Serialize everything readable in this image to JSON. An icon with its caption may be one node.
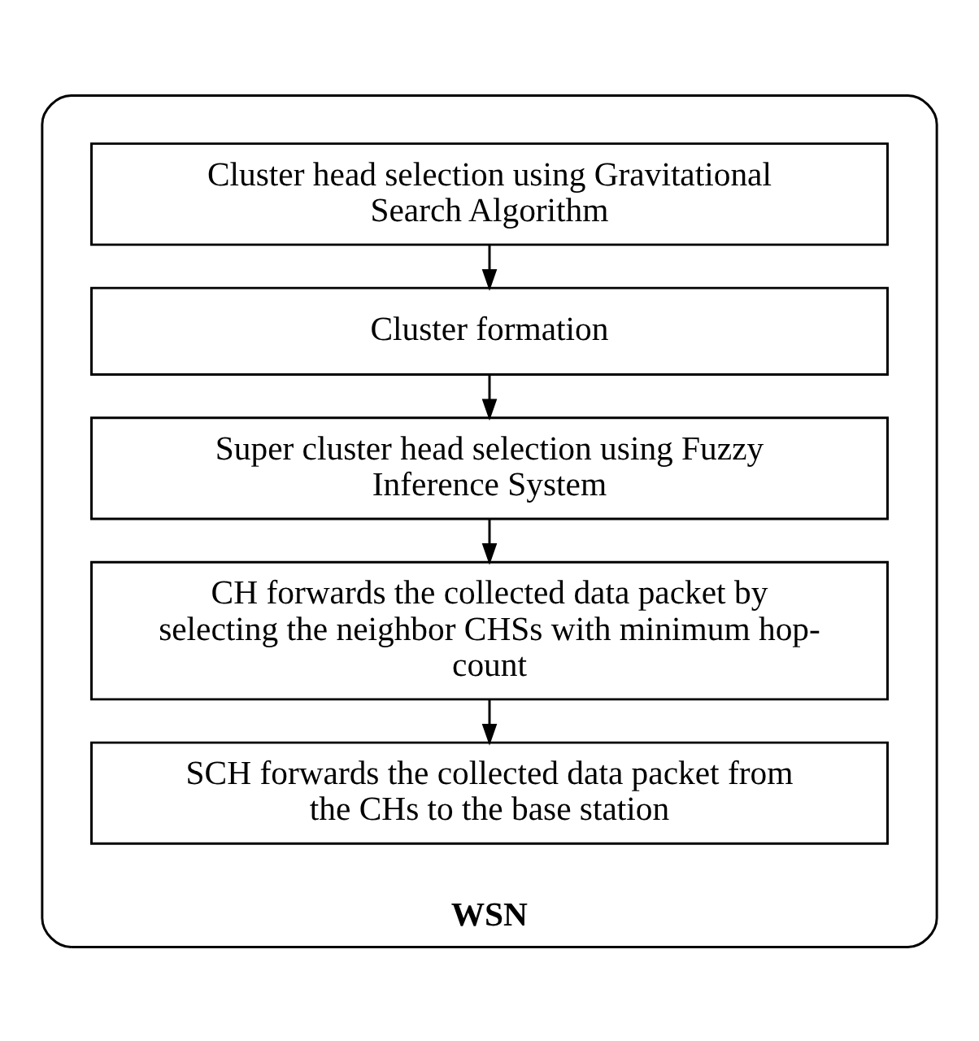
{
  "diagram": {
    "nodes": [
      {
        "text": [
          "WSN"
        ]
      },
      {
        "text": [
          "Cluster head selection using Gravitational Search Algorithm"
        ],
        "in": 0
      },
      {
        "text": [
          "Cluster formation"
        ],
        "in": 0
      },
      {
        "text": [
          "Super cluster head selection using Fuzzy Inference System"
        ],
        "in": 0
      },
      {
        "text": [
          "CH forwards the collected data packet by selecting the neighbor CHSs with minimum hop-count"
        ],
        "in": 0
      },
      {
        "text": [
          "SCH forwards the collected data packet from the CHs to the base station"
        ],
        "in": 0
      }
    ],
    "edges": [
      {
        "from": 1,
        "to": 2,
        "arrow": "to"
      },
      {
        "from": 2,
        "to": 3,
        "arrow": "to"
      },
      {
        "from": 3,
        "to": 4,
        "arrow": "to"
      },
      {
        "from": 4,
        "to": 5,
        "arrow": "to"
      }
    ]
  }
}
